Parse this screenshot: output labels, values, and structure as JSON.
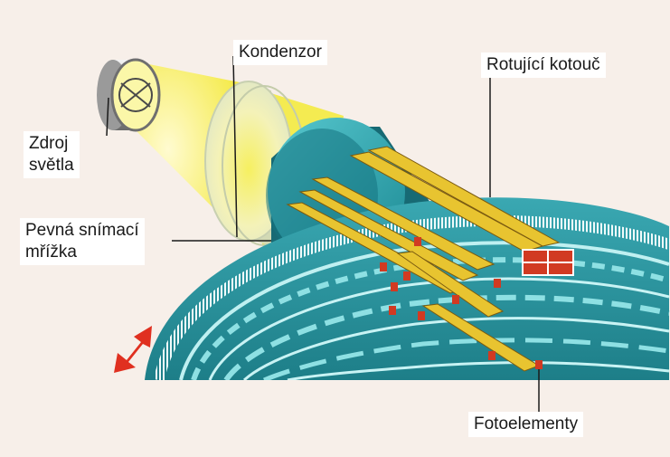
{
  "labels": {
    "condenser": "Kondenzor",
    "rotating_disc": "Rotující kotouč",
    "light_source": "Zdroj\nsvětla",
    "fixed_grid": "Pevná snímací\nmřížka",
    "photo_elements": "Fotoelementy"
  },
  "colors": {
    "background": "#f7efe9",
    "light_beam": "#f5ee3a",
    "condenser": "#eef2a8",
    "disc": "#2a9aa4",
    "disc_light": "#9fe3e6",
    "grid_bars": "#e8c030",
    "sensor": "#c83020",
    "arrow": "#e03020"
  },
  "icons": {
    "light_source": "lamp-icon",
    "motion_arrow": "double-arrow-icon"
  }
}
